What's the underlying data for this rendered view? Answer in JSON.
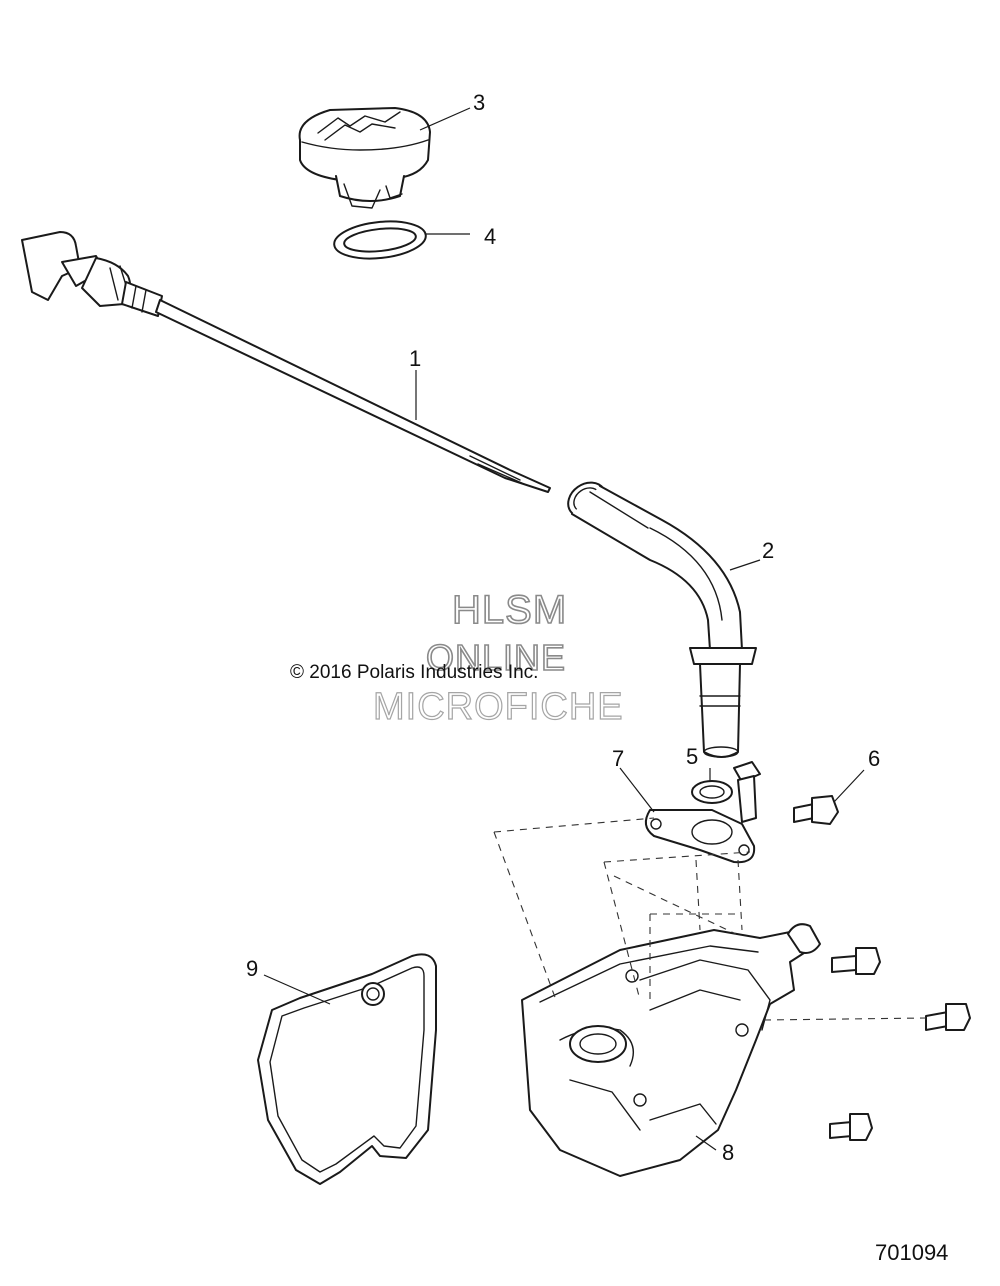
{
  "callouts": [
    {
      "id": "1",
      "label": "1"
    },
    {
      "id": "2",
      "label": "2"
    },
    {
      "id": "3",
      "label": "3"
    },
    {
      "id": "4",
      "label": "4"
    },
    {
      "id": "5",
      "label": "5"
    },
    {
      "id": "6",
      "label": "6"
    },
    {
      "id": "7",
      "label": "7"
    },
    {
      "id": "8",
      "label": "8"
    },
    {
      "id": "9",
      "label": "9"
    }
  ],
  "watermark": {
    "line1": "HLSM",
    "line2": "ONLINE",
    "line3": "MICROFICHE"
  },
  "copyright": "© 2016 Polaris Industries Inc.",
  "figure_number": "701094",
  "colors": {
    "line": "#1a1a1a",
    "background": "#ffffff",
    "watermark_outline": "#8a8a8a"
  }
}
